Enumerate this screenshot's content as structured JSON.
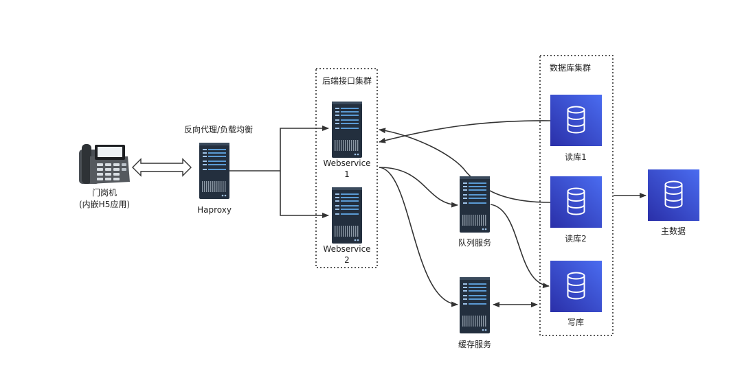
{
  "phone": {
    "label_line1": "门岗机",
    "label_line2": "(内嵌H5应用)",
    "icon": "desk-phone-icon"
  },
  "proxy": {
    "caption": "反向代理/负载均衡",
    "label": "Haproxy",
    "icon": "server-icon"
  },
  "backend_cluster": {
    "title": "后端接口集群",
    "servers": [
      {
        "line1": "Webservice",
        "line2": "1"
      },
      {
        "line1": "Webservice",
        "line2": "2"
      }
    ]
  },
  "queue": {
    "label": "队列服务",
    "icon": "server-icon"
  },
  "cache": {
    "label": "缓存服务",
    "icon": "server-icon"
  },
  "db_cluster": {
    "title": "数据库集群",
    "dbs": [
      {
        "label": "读库1",
        "icon": "database-icon"
      },
      {
        "label": "读库2",
        "icon": "database-icon"
      },
      {
        "label": "写库",
        "icon": "database-icon"
      }
    ]
  },
  "main_db": {
    "label": "主数据",
    "icon": "database-icon"
  },
  "colors": {
    "db_fill": "#3b48cc",
    "server_body": "#232f3e",
    "server_accent": "#5b9bd5",
    "line": "#333333"
  }
}
